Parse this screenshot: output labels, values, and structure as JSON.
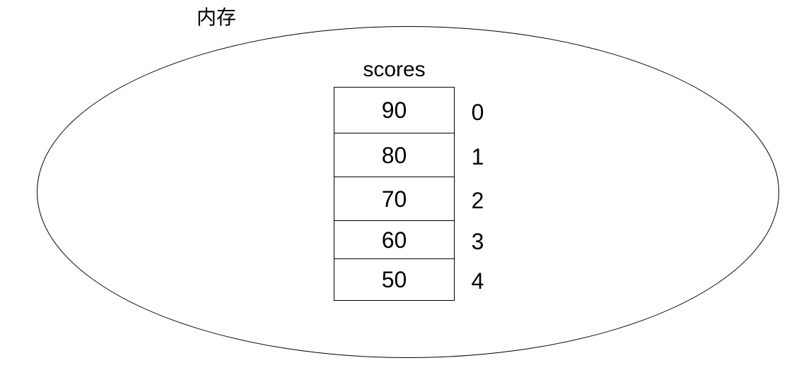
{
  "diagram": {
    "title_label": "内存",
    "array": {
      "name": "scores",
      "cells": [
        {
          "value": "90",
          "index": "0"
        },
        {
          "value": "80",
          "index": "1"
        },
        {
          "value": "70",
          "index": "2"
        },
        {
          "value": "60",
          "index": "3"
        },
        {
          "value": "50",
          "index": "4"
        }
      ]
    },
    "colors": {
      "line": "#000000",
      "text": "#000000",
      "background": "#ffffff"
    }
  }
}
